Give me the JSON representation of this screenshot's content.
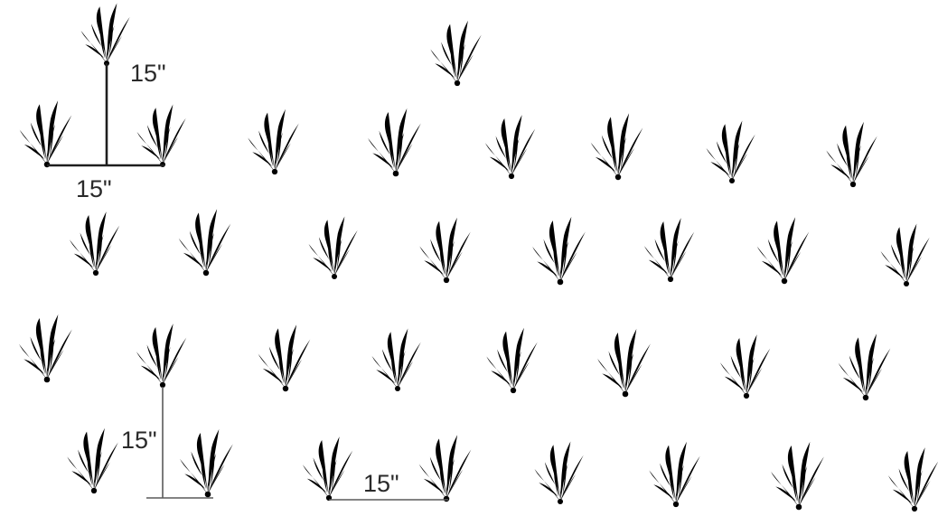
{
  "spacing_labels": {
    "top_vertical": "15\"",
    "top_horizontal": "15\"",
    "bottom_vertical": "15\"",
    "bottom_horizontal": "15\""
  },
  "rows": [
    {
      "id": "row-0",
      "count": 2
    },
    {
      "id": "row-1",
      "count": 8
    },
    {
      "id": "row-2",
      "count": 8
    },
    {
      "id": "row-3",
      "count": 8
    },
    {
      "id": "row-4",
      "count": 8
    }
  ]
}
